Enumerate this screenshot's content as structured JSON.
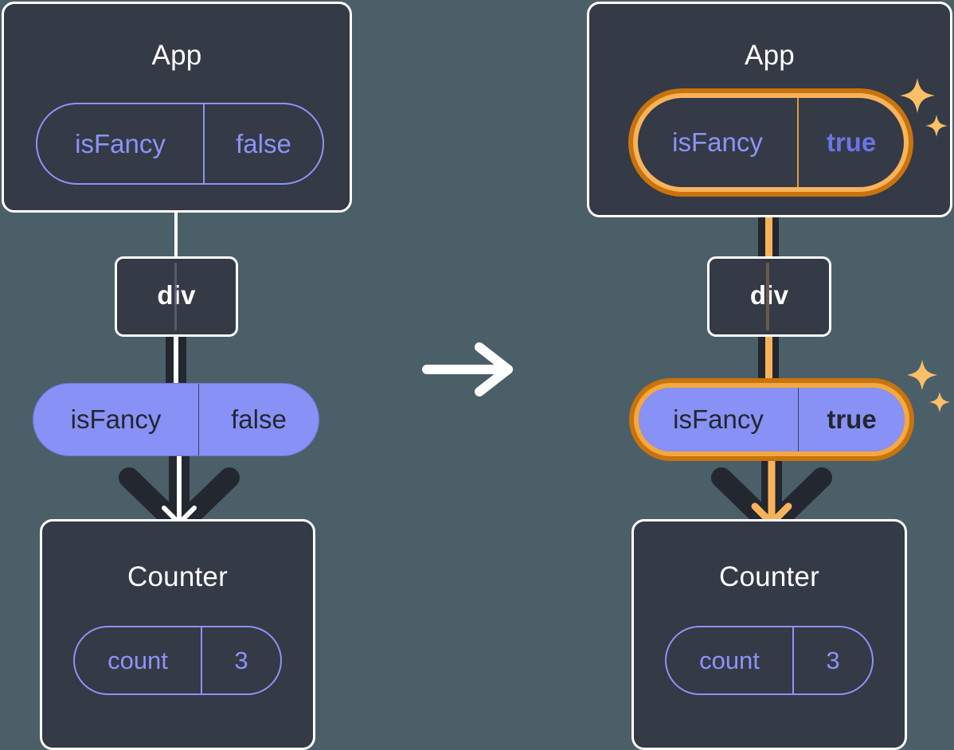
{
  "diagram": {
    "type": "react-state-propagation",
    "background_color": "#4B5F69",
    "accent_highlight_color": "#F8B35A",
    "accent_highlight_dark_color": "#C9730E",
    "pill_fill_color": "#8891F5",
    "node_fill_color": "#343A46",
    "transition_icon": "right-arrow-icon"
  },
  "before": {
    "app": {
      "title": "App",
      "state": {
        "key": "isFancy",
        "value": "false",
        "highlighted": false
      }
    },
    "div": {
      "title": "div"
    },
    "prop": {
      "key": "isFancy",
      "value": "false",
      "highlighted": false
    },
    "counter": {
      "title": "Counter",
      "state": {
        "key": "count",
        "value": "3",
        "highlighted": false
      }
    }
  },
  "after": {
    "app": {
      "title": "App",
      "state": {
        "key": "isFancy",
        "value": "true",
        "highlighted": true
      },
      "sparkle_icon": "sparkles-icon"
    },
    "div": {
      "title": "div"
    },
    "prop": {
      "key": "isFancy",
      "value": "true",
      "highlighted": true,
      "sparkle_icon": "sparkles-icon"
    },
    "counter": {
      "title": "Counter",
      "state": {
        "key": "count",
        "value": "3",
        "highlighted": false
      }
    }
  }
}
